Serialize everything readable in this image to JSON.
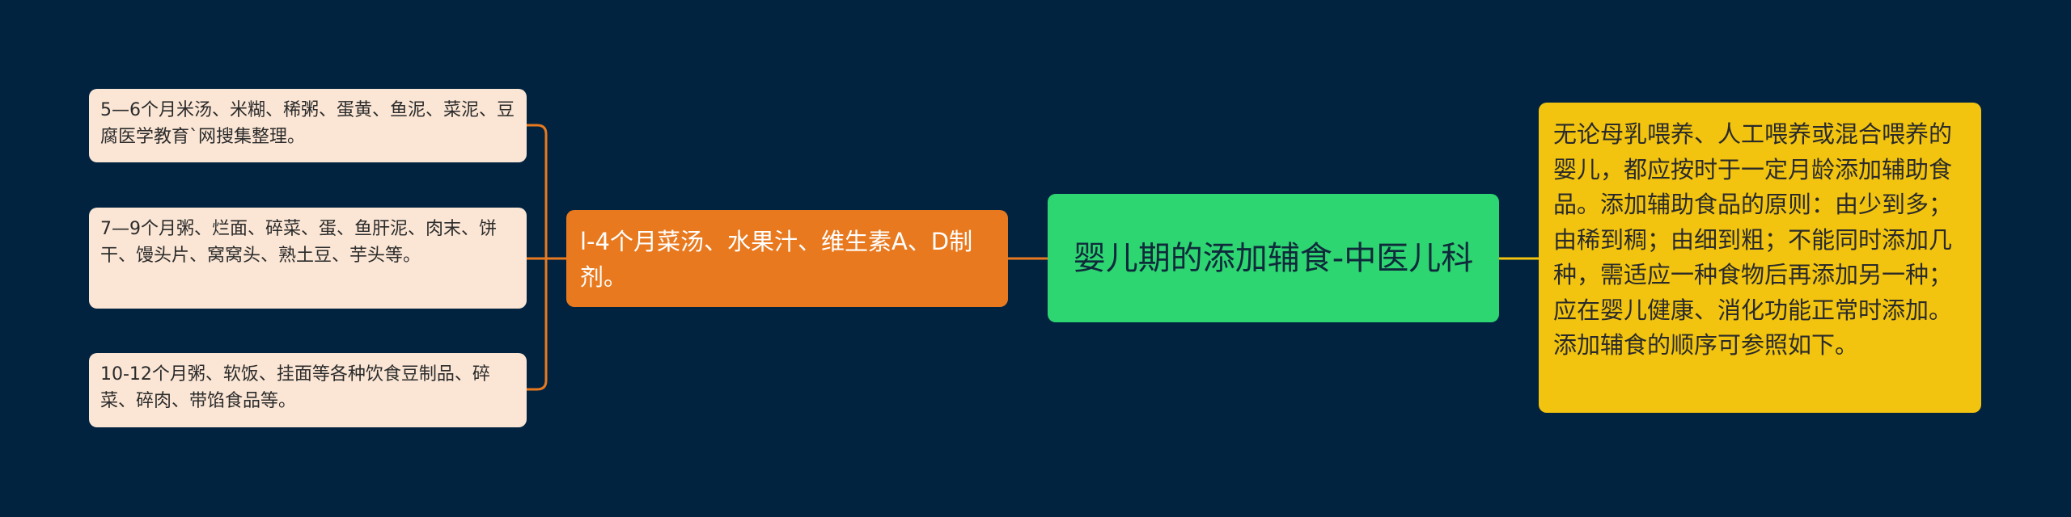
{
  "central": {
    "title": "婴儿期的添加辅食-中医儿科"
  },
  "note": {
    "text": "无论母乳喂养、人工喂养或混合喂养的婴儿，都应按时于一定月龄添加辅助食品。添加辅助食品的原则：由少到多；由稀到稠；由细到粗；不能同时添加几种，需适应一种食物后再添加另一种；应在婴儿健康、消化功能正常时添加。添加辅食的顺序可参照如下。"
  },
  "branch": {
    "text": "l-4个月菜汤、水果汁、维生素A、D制剂。"
  },
  "leaves": [
    {
      "text": "5—6个月米汤、米糊、稀粥、蛋黄、鱼泥、菜泥、豆腐医学教育`网搜集整理。"
    },
    {
      "text": "7—9个月粥、烂面、碎菜、蛋、鱼肝泥、肉末、饼干、馒头片、窝窝头、熟土豆、芋头等。"
    },
    {
      "text": "10-12个月粥、软饭、挂面等各种饮食豆制品、碎菜、碎肉、带馅食品等。"
    }
  ],
  "colors": {
    "background": "#012340",
    "central": "#2ed672",
    "note": "#f2c40f",
    "branch": "#e8791f",
    "leaf": "#fbe6d5",
    "link_right": "#f2c40f",
    "link_left": "#e8791f"
  }
}
